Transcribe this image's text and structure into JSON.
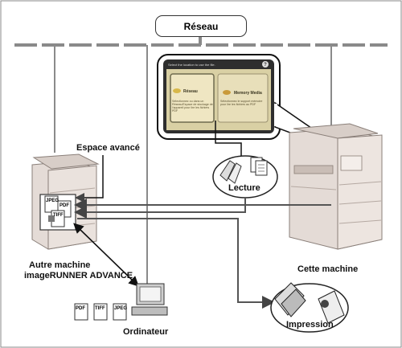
{
  "network": {
    "label": "Réseau"
  },
  "labels": {
    "advanced_space": "Espace avancé",
    "scan": "Lecture",
    "other_machine_line1": "Autre machine",
    "other_machine_line2": "imageRUNNER ADVANCE",
    "this_machine": "Cette machine",
    "computer": "Ordinateur",
    "print": "Impression"
  },
  "panel": {
    "title": "Select the location to use the file.",
    "help": "?",
    "option1_label": "Réseau",
    "option1_desc": "Sélectionnez ou dans un Réseau/Espace de stockage de l'appareil pour lire les fichiers PDF",
    "option2_label": "Memory Media",
    "option2_desc": "Sélectionnez le support mémoire pour lire les fichiers au PDF"
  },
  "file_types": {
    "jpeg": "JPEG",
    "pdf": "PDF",
    "tiff": "TIFF"
  },
  "colors": {
    "network_bar": "#8a8a8a",
    "machine_body": "#e4dbd6",
    "machine_shade": "#c9bdb6",
    "panel_bg": "#d9d0a4",
    "panel_dark": "#3a3a3a",
    "arrow": "#555555"
  }
}
